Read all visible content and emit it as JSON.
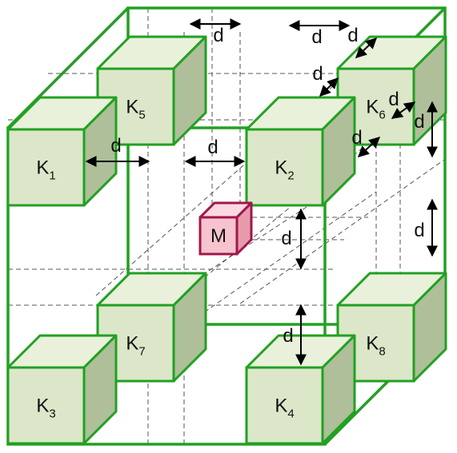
{
  "diagram": {
    "colors": {
      "frame": "#22a022",
      "cube_front": "#dbe7c8",
      "cube_top": "#e9f1db",
      "cube_side": "#aebf9a",
      "cube_edge": "#22a022",
      "m_front": "#f7c3cf",
      "m_top": "#fbd9e1",
      "m_side": "#e89aad",
      "m_edge": "#a0174a",
      "dashed": "#555555",
      "arrow": "#000000"
    },
    "cubes": [
      {
        "id": "K5",
        "letter": "K",
        "index": "5"
      },
      {
        "id": "K6",
        "letter": "K",
        "index": "6"
      },
      {
        "id": "K1",
        "letter": "K",
        "index": "1"
      },
      {
        "id": "K2",
        "letter": "K",
        "index": "2"
      },
      {
        "id": "K7",
        "letter": "K",
        "index": "7"
      },
      {
        "id": "K8",
        "letter": "K",
        "index": "8"
      },
      {
        "id": "K3",
        "letter": "K",
        "index": "3"
      },
      {
        "id": "K4",
        "letter": "K",
        "index": "4"
      }
    ],
    "center_cube": {
      "label": "M"
    },
    "distance_label": "d"
  }
}
